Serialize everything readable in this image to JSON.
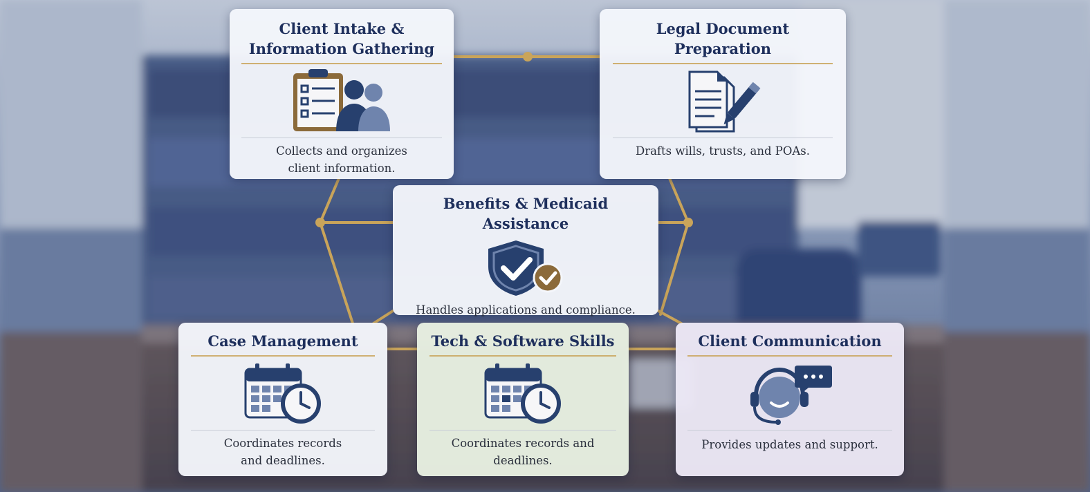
{
  "colors": {
    "navy": "#1e2f5c",
    "navy_icon": "#27406e",
    "gold": "#c9a45a",
    "bronze": "#8b6a3a",
    "card_bg": "#f4f6fb",
    "card_green": "#e8f0e2",
    "card_lavender": "#ece8f6"
  },
  "cards": [
    {
      "id": "client-intake",
      "title_line1": "Client Intake &",
      "title_line2": "Information Gathering",
      "icon": "clipboard-people-icon",
      "desc_line1": "Collects and organizes",
      "desc_line2": "client information."
    },
    {
      "id": "legal-document",
      "title_line1": "Legal Document",
      "title_line2": "Preparation",
      "icon": "document-pen-icon",
      "desc_line1": "Drafts wills, trusts, and POAs.",
      "desc_line2": ""
    },
    {
      "id": "benefits-medicaid",
      "title_line1": "Benefits & Medicaid Assistance",
      "title_line2": "",
      "icon": "shield-check-icon",
      "desc_line1": "Handles applications and compliance.",
      "desc_line2": ""
    },
    {
      "id": "case-management",
      "title_line1": "Case Management",
      "title_line2": "",
      "icon": "calendar-clock-icon",
      "desc_line1": "Coordinates records",
      "desc_line2": "and deadlines."
    },
    {
      "id": "tech-software",
      "title_line1": "Tech & Software Skills",
      "title_line2": "",
      "icon": "calendar-clock-icon",
      "desc_line1": "Coordinates records and",
      "desc_line2": "deadlines."
    },
    {
      "id": "client-communication",
      "title_line1": "Client Communication",
      "title_line2": "",
      "icon": "headset-chat-icon",
      "desc_line1": "Provides updates and support.",
      "desc_line2": ""
    }
  ]
}
